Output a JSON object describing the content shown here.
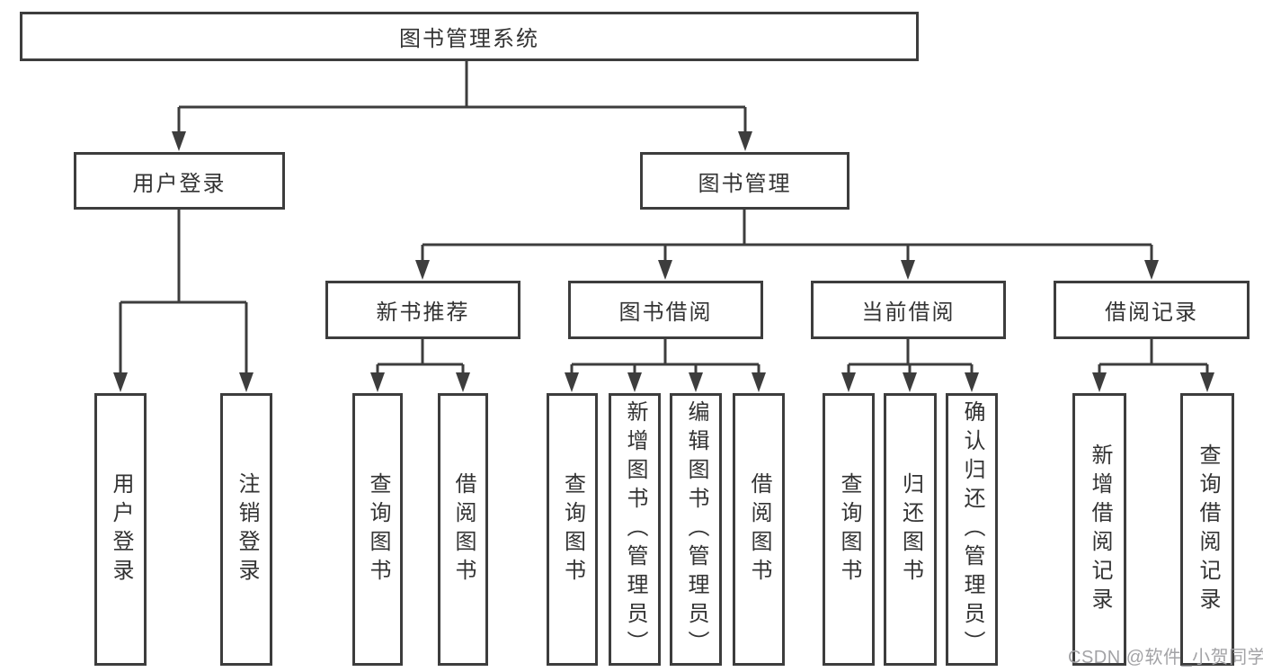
{
  "diagram": {
    "root": {
      "label": "图书管理系统"
    },
    "branches": [
      {
        "label": "用户登录",
        "children": [
          {
            "label": "用户登录"
          },
          {
            "label": "注销登录"
          }
        ]
      },
      {
        "label": "图书管理",
        "children": [
          {
            "label": "新书推荐",
            "children": [
              {
                "label": "查询图书"
              },
              {
                "label": "借阅图书"
              }
            ]
          },
          {
            "label": "图书借阅",
            "children": [
              {
                "label": "查询图书"
              },
              {
                "label": "新增图书（管理员）"
              },
              {
                "label": "编辑图书（管理员）"
              },
              {
                "label": "借阅图书"
              }
            ]
          },
          {
            "label": "当前借阅",
            "children": [
              {
                "label": "查询图书"
              },
              {
                "label": "归还图书"
              },
              {
                "label": "确认归还（管理员）"
              }
            ]
          },
          {
            "label": "借阅记录",
            "children": [
              {
                "label": "新增借阅记录"
              },
              {
                "label": "查询借阅记录"
              }
            ]
          }
        ]
      }
    ]
  },
  "watermark": {
    "text": "CSDN @软件_小贺同学"
  },
  "colors": {
    "line": "#3d3d3d",
    "text": "#333333",
    "watermark": "#a3a3a6",
    "background": "#ffffff"
  }
}
